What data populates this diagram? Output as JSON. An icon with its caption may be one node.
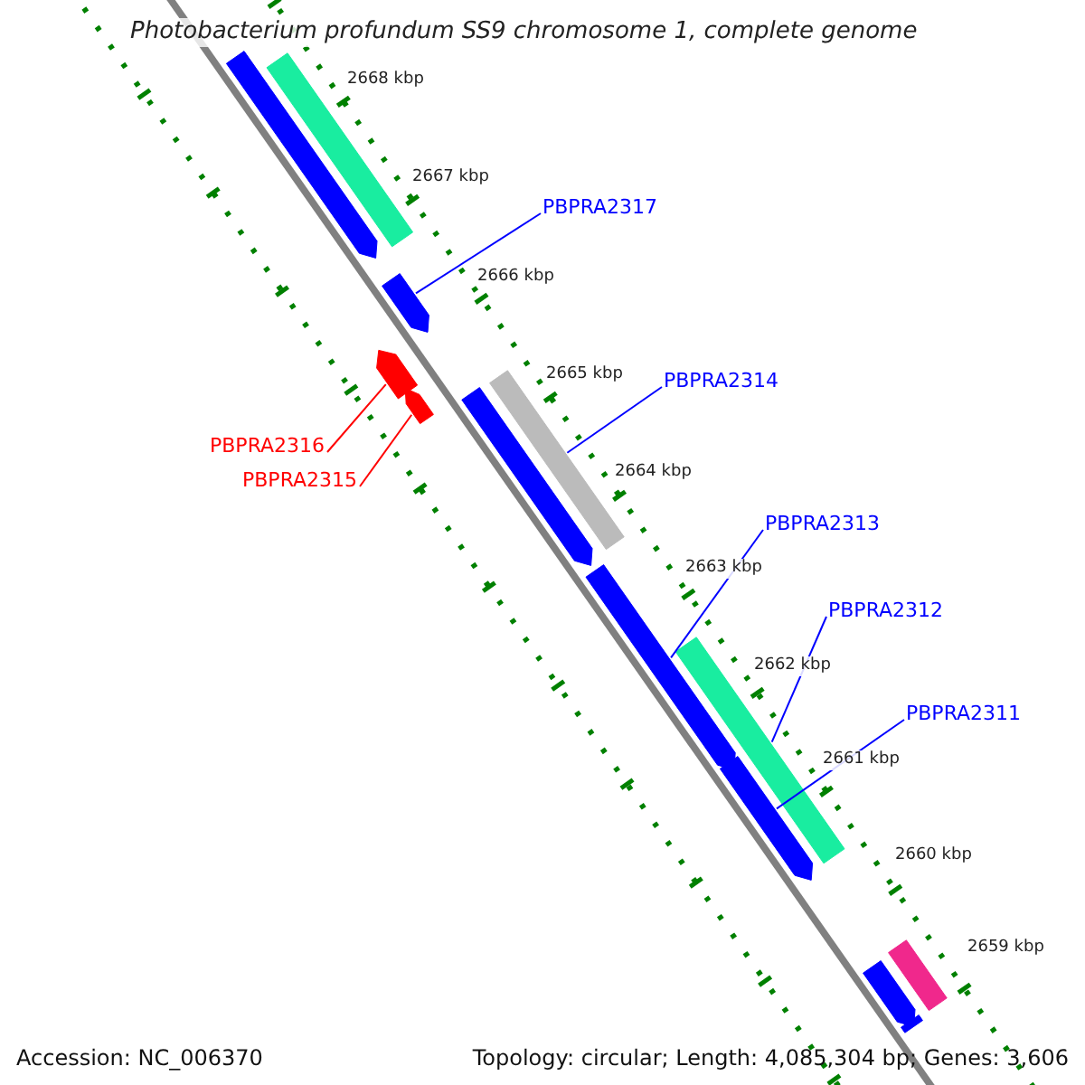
{
  "diagram": {
    "title": "Photobacterium profundum SS9 chromosome 1, complete genome",
    "nodes": [
      {
        "text": [],
        "shape": "arrow"
      },
      {
        "text": [],
        "shape": "bar"
      },
      {
        "text": [
          "PBPRA2317"
        ]
      },
      {
        "text": [],
        "shape": "arrow"
      },
      {
        "text": [],
        "shape": "arrow"
      },
      {
        "text": [],
        "shape": "arrow"
      },
      {
        "text": [
          "PBPRA2314"
        ]
      },
      {
        "text": [],
        "shape": "bar"
      },
      {
        "text": [],
        "shape": "arrow"
      },
      {
        "text": [
          "PBPRA2316"
        ]
      },
      {
        "text": [
          "PBPRA2315"
        ]
      },
      {
        "text": [
          "PBPRA2313"
        ]
      },
      {
        "text": [],
        "shape": "arrow"
      },
      {
        "text": [
          "PBPRA2312"
        ]
      },
      {
        "text": [],
        "shape": "bar"
      },
      {
        "text": [
          "PBPRA2311"
        ]
      },
      {
        "text": [],
        "shape": "arrow"
      },
      {
        "text": [],
        "shape": "bar"
      },
      {
        "text": [],
        "shape": "arrow"
      },
      {
        "text": [],
        "shape": "bar"
      }
    ],
    "edges": [
      {
        "from": 2,
        "to": 3,
        "arrow": "none"
      },
      {
        "from": 6,
        "to": 7,
        "arrow": "none"
      },
      {
        "from": 9,
        "to": 4,
        "arrow": "none",
        "color": "#ff0000"
      },
      {
        "from": 10,
        "to": 5,
        "arrow": "none",
        "color": "#ff0000"
      },
      {
        "from": 11,
        "to": 12,
        "arrow": "none"
      },
      {
        "from": 13,
        "to": 14,
        "arrow": "none"
      },
      {
        "from": 15,
        "to": 16,
        "arrow": "none"
      }
    ],
    "labels": [
      "2668 kbp",
      "2667 kbp",
      "2666 kbp",
      "2665 kbp",
      "2664 kbp",
      "2663 kbp",
      "2662 kbp",
      "2661 kbp",
      "2660 kbp",
      "2659 kbp",
      "Accession: NC_006370",
      "Topology: circular; Length: 4,085,304 bp; Genes: 3,606"
    ]
  }
}
